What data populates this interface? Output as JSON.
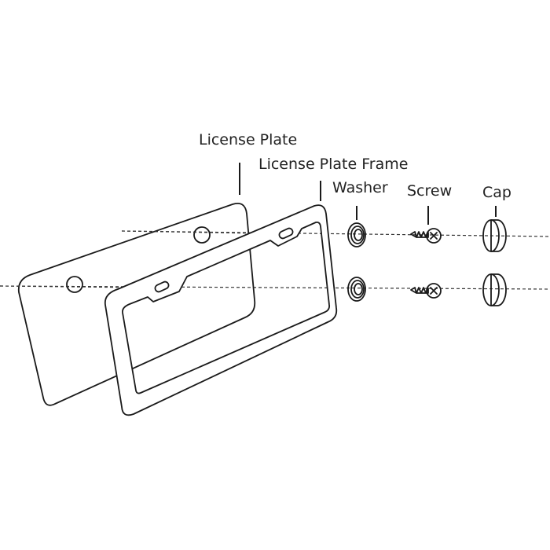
{
  "labels": {
    "license_plate": "License Plate",
    "license_plate_frame": "License Plate Frame",
    "washer": "Washer",
    "screw": "Screw",
    "cap": "Cap"
  },
  "colors": {
    "plate_fill": "#f2f2f2",
    "frame_fill": "#ffffff",
    "stroke": "#1a1a1a"
  }
}
